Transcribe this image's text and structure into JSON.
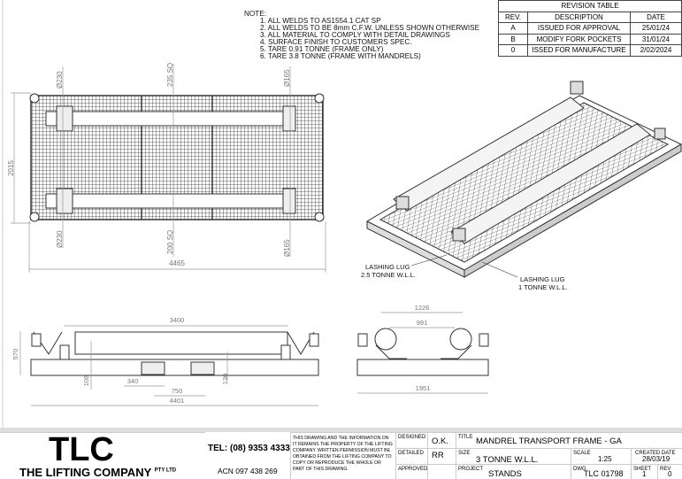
{
  "notes": {
    "heading": "NOTE:",
    "items": [
      "1. ALL WELDS TO AS1554.1 CAT SP",
      "2. ALL WELDS TO BE 8mm C.F.W. UNLESS SHOWN OTHERWISE",
      "3. ALL MATERIAL TO COMPLY WITH DETAIL DRAWINGS",
      "4. SURFACE FINISH TO CUSTOMERS SPEC.",
      "5. TARE 0.91 TONNE (FRAME ONLY)",
      "6. TARE 3.8 TONNE (FRAME WITH MANDRELS)"
    ]
  },
  "revision_table": {
    "title": "REVISION TABLE",
    "headers": [
      "REV.",
      "DESCRIPTION",
      "DATE"
    ],
    "rows": [
      [
        "A",
        "ISSUED FOR APPROVAL",
        "25/01/24"
      ],
      [
        "B",
        "MODIFY FORK POCKETS",
        "31/01/24"
      ],
      [
        "0",
        "ISSED FOR MANUFACTURE",
        "2/02/2024"
      ]
    ]
  },
  "plan_view": {
    "width": "2015",
    "length": "4465",
    "dia_left_top": "Ø230",
    "dia_left_bottom": "Ø230",
    "sq_top": "235 SQ",
    "sq_bottom": "200 SQ",
    "dia_right_top": "Ø165",
    "dia_right_bottom": "Ø165"
  },
  "side_view": {
    "span": "3400",
    "height": "570",
    "pocket_width": "340",
    "pocket_spacing": "750",
    "length": "4401",
    "pocket_height": "108",
    "beam_height": "130"
  },
  "end_view": {
    "outer": "1226",
    "inner": "991",
    "width": "1951"
  },
  "callouts": {
    "lug_large_1": "LASHING LUG",
    "lug_large_2": "2.5 TONNE W.L.L.",
    "lug_small_1": "LASHING LUG",
    "lug_small_2": "1 TONNE W.L.L."
  },
  "title_block": {
    "logo": "TLC",
    "company": "THE LIFTING COMPANY",
    "company_suffix": "PTY LTD",
    "tel": "TEL: (08) 9353 4333",
    "acn": "ACN 097 438 269",
    "notice": "THIS DRAWING AND THE INFORMATION ON IT REMAINS THE PROPERTY OF THE LIFTING COMPANY. WRITTEN PERMISSION MUST BE OBTAINED FROM THE LIFTING COMPANY TO COPY OR REPRODUCE THE WHOLE OR PART OF THIS DRAWING.",
    "designed_label": "DESIGNED",
    "designed": "O.K.",
    "detailed_label": "DETAILED",
    "detailed": "RR",
    "approved_label": "APPROVED",
    "title_label": "TITLE",
    "title": "MANDREL TRANSPORT FRAME - GA",
    "size_label": "SIZE",
    "size": "3 TONNE W.L.L.",
    "scale_label": "SCALE",
    "scale": "1:25",
    "created_label": "CREATED DATE",
    "created": "28/03/19",
    "project_label": "PROJECT",
    "project": "STANDS",
    "dwg_label": "DWG",
    "dwg": "TLC 01798",
    "sheet_label": "SHEET",
    "sheet": "1",
    "rev_label": "REV",
    "rev": "0"
  }
}
